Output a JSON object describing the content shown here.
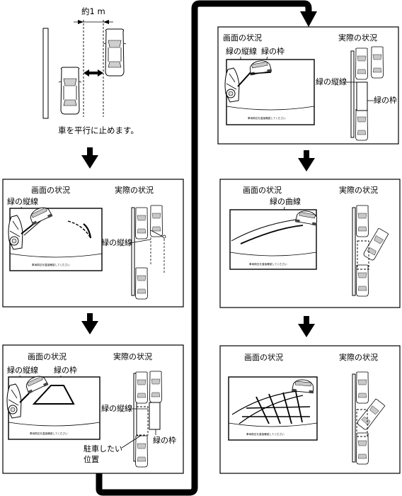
{
  "top": {
    "distance_label": "約1 m",
    "caption": "車を平行に止めます。"
  },
  "labels": {
    "screen_status": "画面の状況",
    "actual_status": "実際の状況",
    "green_vertical_line": "緑の縦線",
    "green_frame": "緑の枠",
    "green_curve": "緑の曲線",
    "parking_position_line1": "駐車したい",
    "parking_position_line2": "位置"
  },
  "screen_warning": "車両周辺を直接確認してください"
}
